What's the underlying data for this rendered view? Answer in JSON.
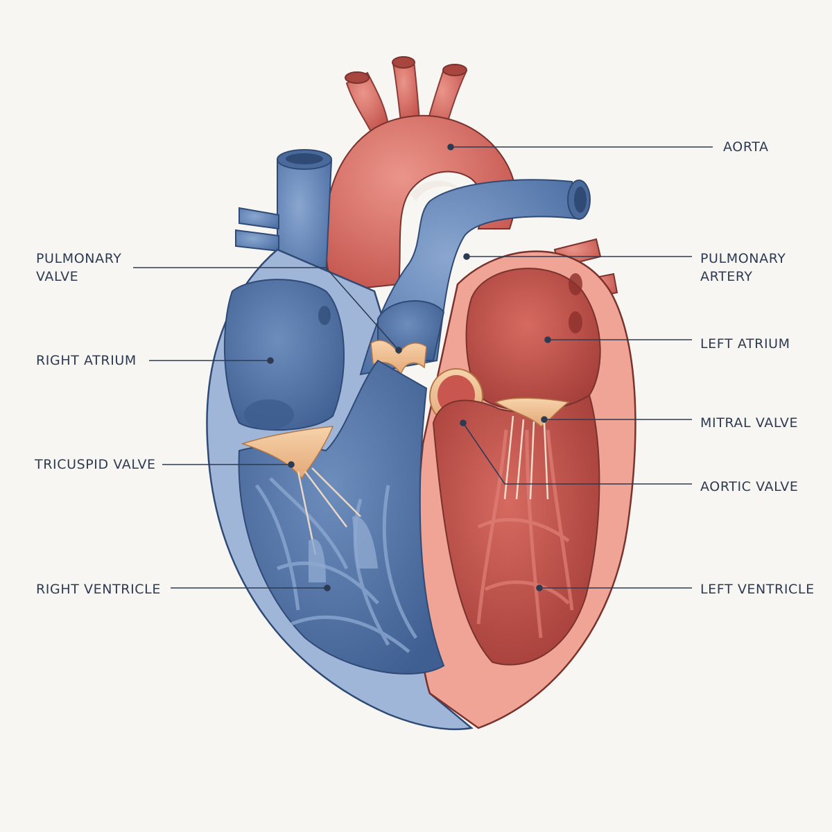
{
  "labels": {
    "aorta": "AORTA",
    "pulmonary_valve": "PULMONARY\nVALVE",
    "pulmonary_artery": "PULMONARY\nARTERY",
    "right_atrium": "RIGHT ATRIUM",
    "left_atrium": "LEFT ATRIUM",
    "mitral_valve": "MITRAL VALVE",
    "tricuspid_valve": "TRICUSPID VALVE",
    "aortic_valve": "AORTIC VALVE",
    "right_ventricle": "RIGHT VENTRICLE",
    "left_ventricle": "LEFT VENTRICLE"
  },
  "colors": {
    "background": "#f8f6f2",
    "deoxygenated_blue": "#6f8fbf",
    "oxygenated_red": "#d9726a",
    "valve_tissue": "#f0c193",
    "leader_line": "#2c3a52"
  }
}
